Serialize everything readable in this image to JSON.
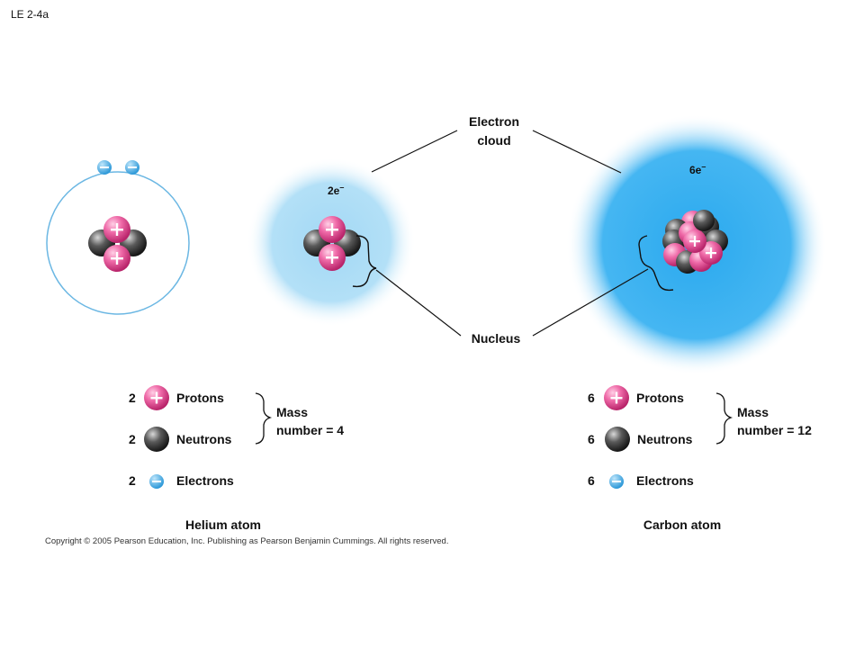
{
  "figure_label": "LE 2-4a",
  "labels": {
    "electron_cloud_line1": "Electron",
    "electron_cloud_line2": "cloud",
    "nucleus": "Nucleus",
    "helium_cloud_electrons": "2e",
    "carbon_cloud_electrons": "6e",
    "charge_superscript": "–"
  },
  "helium": {
    "name": "Helium atom",
    "protons": {
      "count": "2",
      "label": "Protons"
    },
    "neutrons": {
      "count": "2",
      "label": "Neutrons"
    },
    "electrons": {
      "count": "2",
      "label": "Electrons"
    },
    "mass_line1": "Mass",
    "mass_line2": "number = 4"
  },
  "carbon": {
    "name": "Carbon atom",
    "protons": {
      "count": "6",
      "label": "Protons"
    },
    "neutrons": {
      "count": "6",
      "label": "Neutrons"
    },
    "electrons": {
      "count": "6",
      "label": "Electrons"
    },
    "mass_line1": "Mass",
    "mass_line2": "number = 12"
  },
  "copyright": "Copyright © 2005 Pearson Education, Inc. Publishing as Pearson Benjamin Cummings. All rights reserved.",
  "colors": {
    "proton": "#e8589a",
    "neutron": "#3a3a3a",
    "electron": "#3fa9e0",
    "helium_cloud": "#a9dcf5",
    "carbon_cloud": "#33aff0"
  }
}
